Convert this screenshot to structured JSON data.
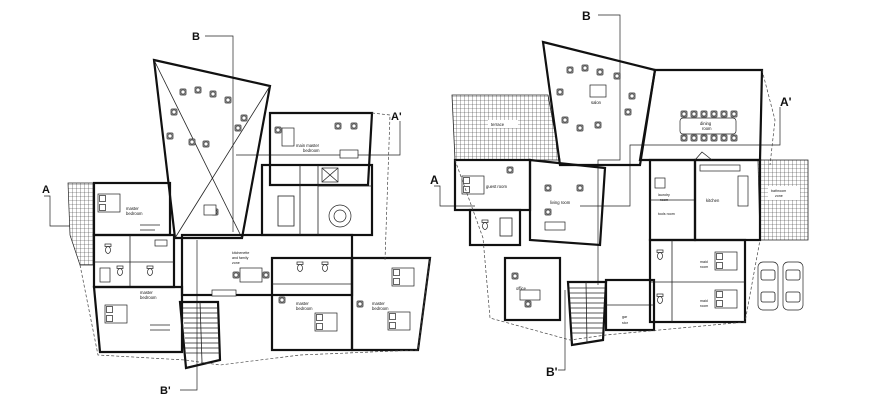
{
  "section_marks": {
    "left": {
      "top": "B",
      "bottom": "B'",
      "left_side": "A",
      "right_side": "A'"
    },
    "right": {
      "top": "B",
      "bottom": "B'",
      "left_side": "A",
      "right_side": "A'"
    }
  },
  "left_plan": {
    "rooms": {
      "main_master_bedroom": [
        "main master",
        "bedroom"
      ],
      "master_bedroom_upper": [
        "master",
        "bedroom"
      ],
      "master_bedroom_lower": [
        "master",
        "bedroom"
      ],
      "kitchenette": [
        "kitchenette",
        "and family",
        "zone"
      ],
      "master_bedroom_mid": [
        "master",
        "bedroom"
      ],
      "master_bedroom_right": [
        "master",
        "bedroom"
      ]
    }
  },
  "right_plan": {
    "rooms": {
      "terrace": "terrace",
      "salon": "salon",
      "dining_room": [
        "dining",
        "room"
      ],
      "guest_room": "guest room",
      "living_room": "living room",
      "laundry": [
        "laundry",
        "room"
      ],
      "tools_room": "tools room",
      "kitchen": "kitchen",
      "bathroom_zone": [
        "bathroom",
        "zone"
      ],
      "office": "office",
      "maid_room": [
        "maid",
        "room"
      ],
      "maid_room_2": [
        "maid",
        "room"
      ],
      "stair_labels": [
        "gar",
        "stor"
      ]
    }
  }
}
